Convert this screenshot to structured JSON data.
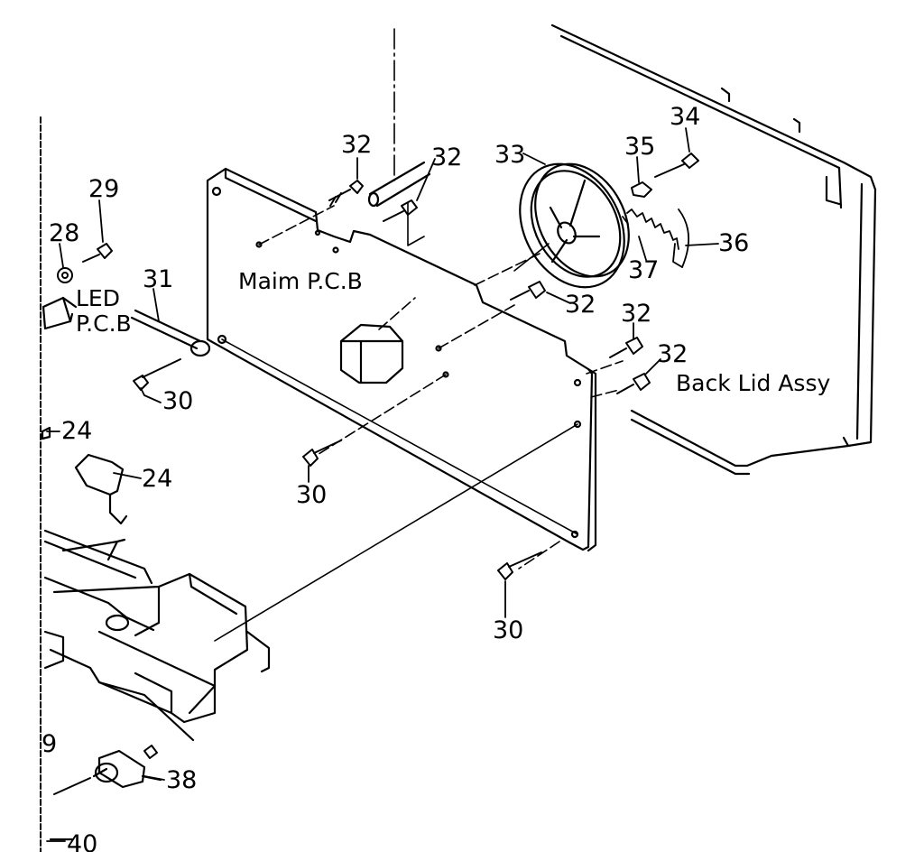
{
  "diagram": {
    "labels": {
      "main_pcb": "Maim P.C.B",
      "back_lid": "Back Lid Assy",
      "led_line1": "LED",
      "led_line2": "P.C.B"
    },
    "callouts": {
      "c9": "9",
      "c24a": "24",
      "c24b": "24",
      "c28": "28",
      "c29": "29",
      "c30a": "30",
      "c30b": "30",
      "c30c": "30",
      "c31": "31",
      "c32a": "32",
      "c32b": "32",
      "c32c": "32",
      "c32d": "32",
      "c32e": "32",
      "c33": "33",
      "c34": "34",
      "c35": "35",
      "c36": "36",
      "c37": "37",
      "c38": "38",
      "c40": "40"
    }
  }
}
